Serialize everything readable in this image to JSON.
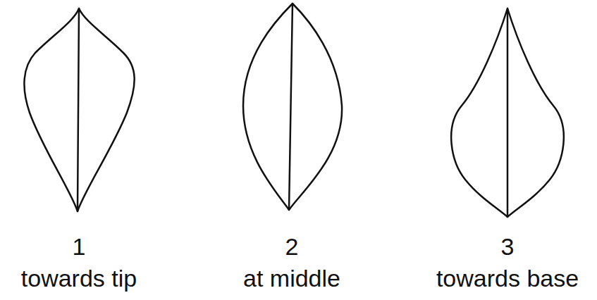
{
  "diagram": {
    "labels": [
      "1",
      "towards tip",
      "2",
      "at middle",
      "3",
      "towards base"
    ]
  }
}
